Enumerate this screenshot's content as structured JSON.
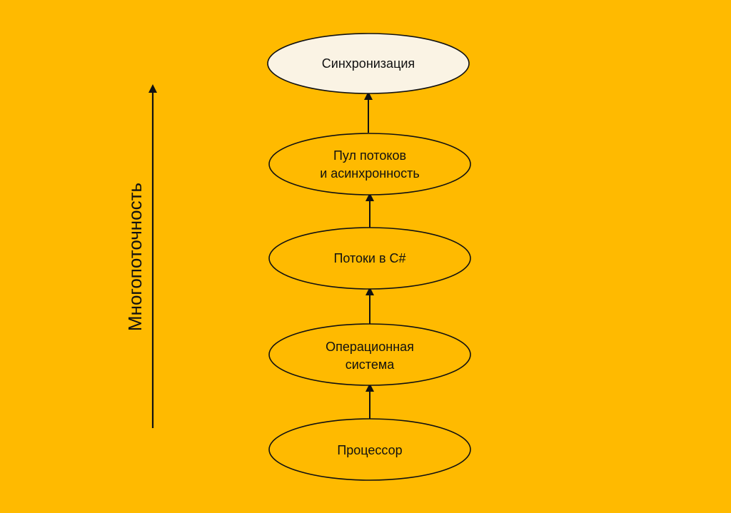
{
  "colors": {
    "background": "#FFBA00",
    "top_node_fill": "#FAF3E4",
    "stroke": "#111111"
  },
  "axis": {
    "label": "Многопоточность"
  },
  "nodes": [
    {
      "id": "sync",
      "lines": [
        "Синхронизация"
      ]
    },
    {
      "id": "threadpool",
      "lines": [
        "Пул потоков",
        "и асинхронность"
      ]
    },
    {
      "id": "threads",
      "lines": [
        "Потоки в C#"
      ]
    },
    {
      "id": "os",
      "lines": [
        "Операционная",
        "система"
      ]
    },
    {
      "id": "cpu",
      "lines": [
        "Процессор"
      ]
    }
  ]
}
